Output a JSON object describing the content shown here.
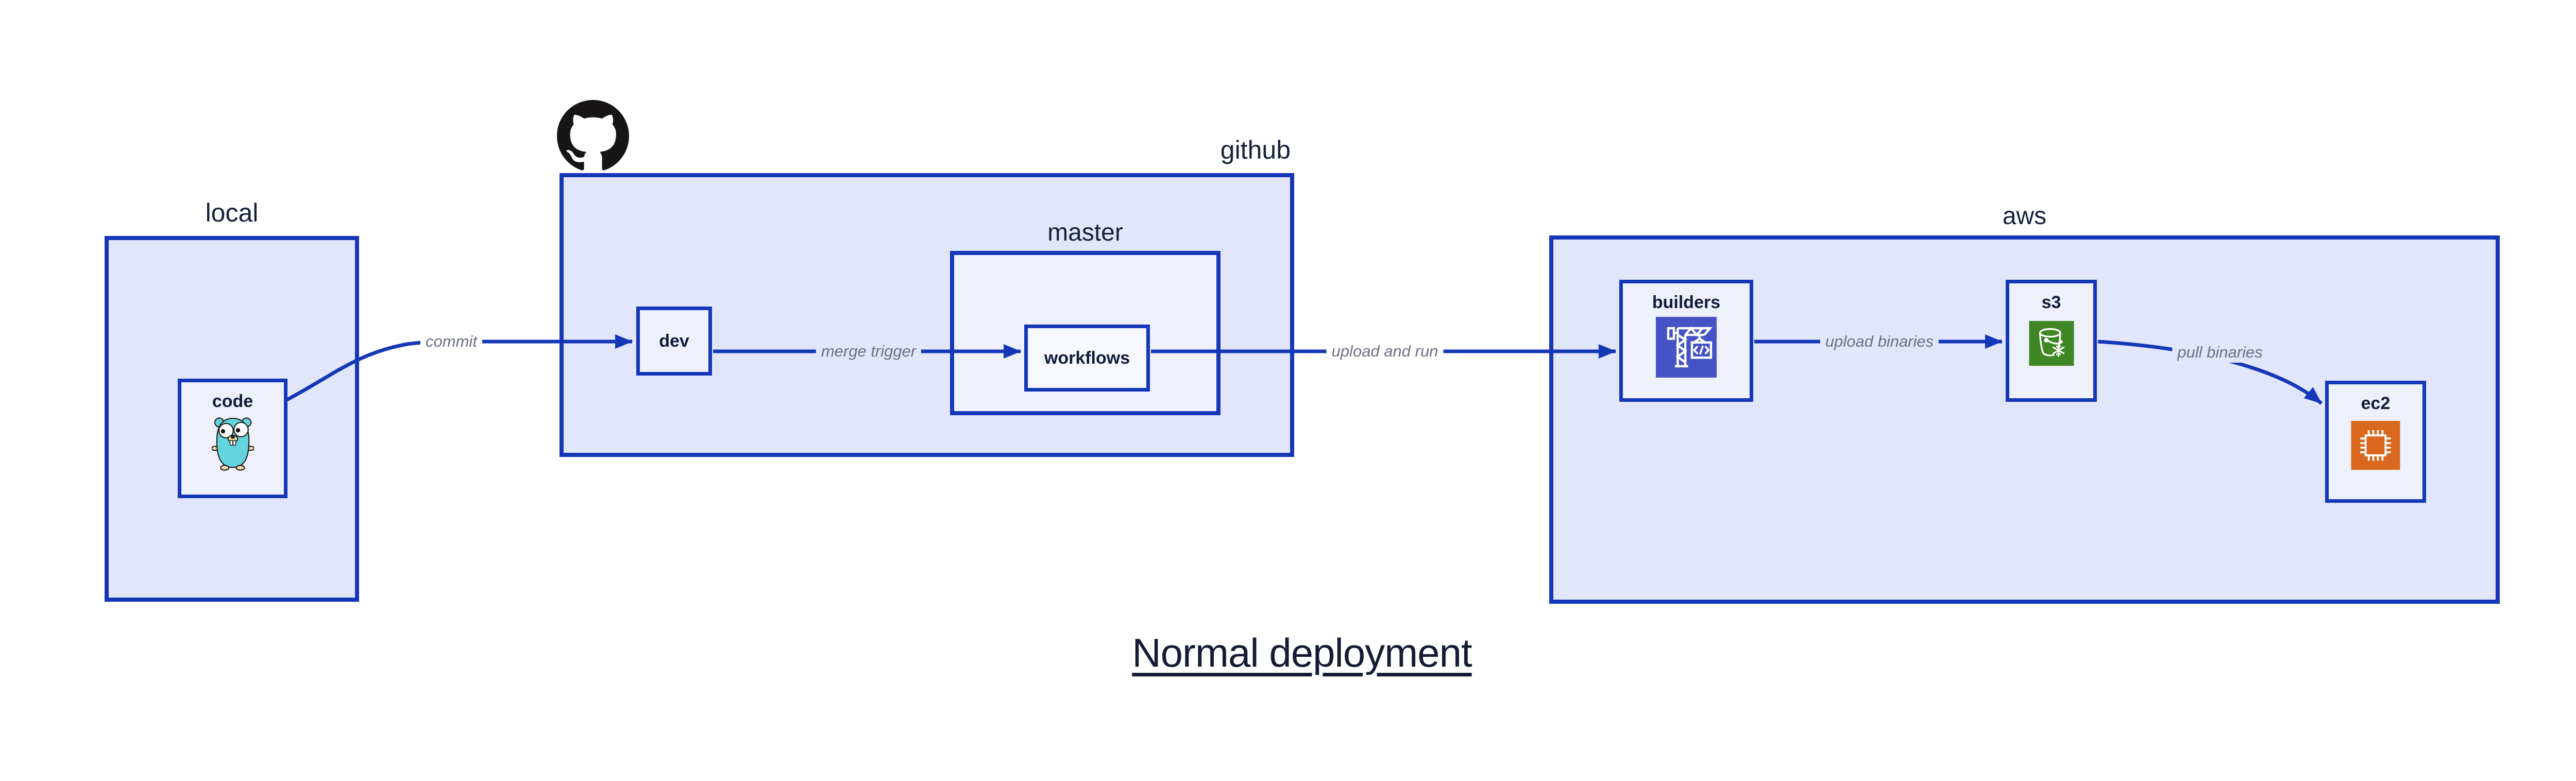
{
  "title": {
    "text": "Normal deployment"
  },
  "containers": {
    "local": {
      "label": "local"
    },
    "github": {
      "label": "github"
    },
    "master": {
      "label": "master"
    },
    "aws": {
      "label": "aws"
    }
  },
  "nodes": {
    "code": {
      "label": "code",
      "icon": "go-gopher-icon"
    },
    "dev": {
      "label": "dev"
    },
    "workflows": {
      "label": "workflows"
    },
    "builders": {
      "label": "builders",
      "icon": "aws-codebuild-icon"
    },
    "s3": {
      "label": "s3",
      "icon": "aws-s3-glacier-icon"
    },
    "ec2": {
      "label": "ec2",
      "icon": "aws-ec2-icon"
    }
  },
  "edges": {
    "commit": {
      "label": "commit"
    },
    "merge_trigger": {
      "label": "merge trigger"
    },
    "upload_and_run": {
      "label": "upload and run"
    },
    "upload_binaries": {
      "label": "upload binaries"
    },
    "pull_binaries": {
      "label": "pull binaries"
    }
  },
  "colors": {
    "border_blue": "#1437b8",
    "container_fill": "#e1e6fa",
    "node_fill": "#eef1fc",
    "nested_node_fill": "#f6f8fd",
    "edge_blue": "#1437b8",
    "edge_label_gray": "#6c7080",
    "node_label_navy": "#111a38",
    "title_navy": "#141b33",
    "codebuild_indigo": "#4553c7",
    "s3_green": "#3f8624",
    "ec2_orange": "#d9671e",
    "octocat_black": "#171515",
    "gopher_teal": "#63d4de"
  }
}
